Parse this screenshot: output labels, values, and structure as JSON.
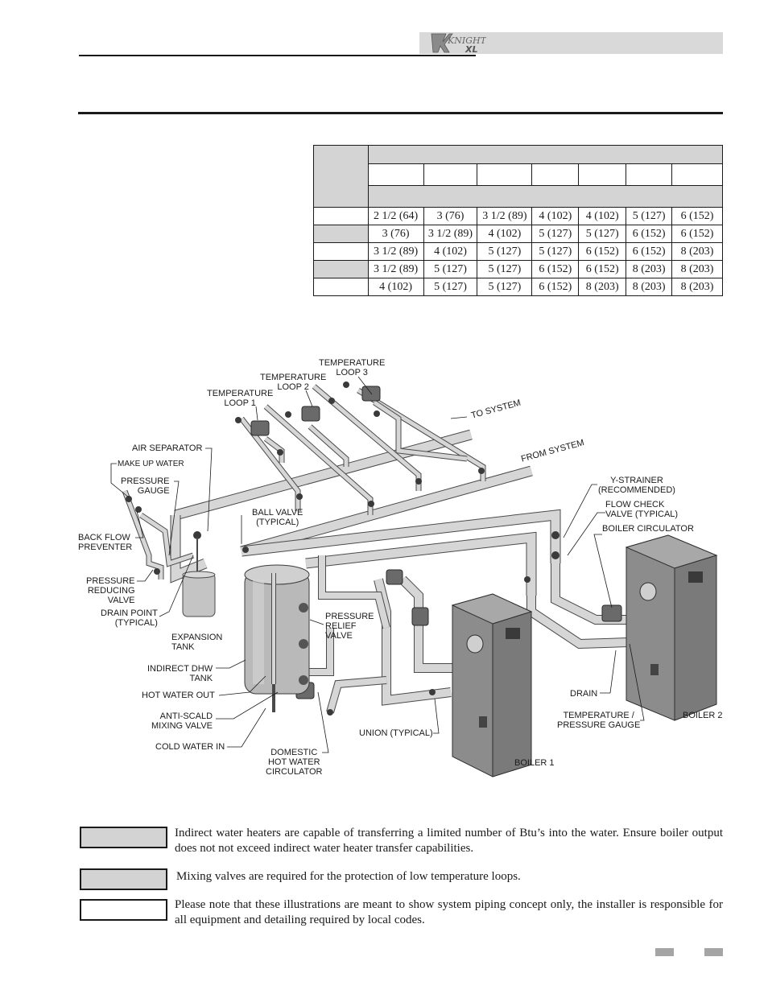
{
  "header": {
    "logo_text": "KNIGHT XL"
  },
  "table": {
    "rows": [
      [
        "2 1/2 (64)",
        "3 (76)",
        "3 1/2 (89)",
        "4 (102)",
        "4 (102)",
        "5 (127)",
        "6 (152)"
      ],
      [
        "3 (76)",
        "3 1/2 (89)",
        "4 (102)",
        "5 (127)",
        "5 (127)",
        "6 (152)",
        "6 (152)"
      ],
      [
        "3 1/2 (89)",
        "4 (102)",
        "5 (127)",
        "5 (127)",
        "6 (152)",
        "6 (152)",
        "8 (203)"
      ],
      [
        "3 1/2 (89)",
        "5 (127)",
        "5 (127)",
        "6 (152)",
        "6 (152)",
        "8 (203)",
        "8 (203)"
      ],
      [
        "4 (102)",
        "5 (127)",
        "5 (127)",
        "6 (152)",
        "8 (203)",
        "8 (203)",
        "8 (203)"
      ]
    ]
  },
  "diagram": {
    "labels": {
      "temp_loop3": "TEMPERATURE\nLOOP 3",
      "temp_loop2": "TEMPERATURE\nLOOP 2",
      "temp_loop1": "TEMPERATURE\nLOOP 1",
      "to_system": "TO SYSTEM",
      "from_system": "FROM SYSTEM",
      "air_separator": "AIR SEPARATOR",
      "make_up_water": "MAKE UP WATER",
      "pressure_gauge": "PRESSURE\nGAUGE",
      "back_flow": "BACK FLOW\nPREVENTER",
      "ball_valve": "BALL VALVE\n(TYPICAL)",
      "pressure_reducing": "PRESSURE\nREDUCING\nVALVE",
      "drain_point": "DRAIN POINT\n(TYPICAL)",
      "expansion_tank": "EXPANSION\nTANK",
      "indirect_dhw": "INDIRECT DHW\nTANK",
      "hot_water_out": "HOT WATER OUT",
      "anti_scald": "ANTI-SCALD\nMIXING VALVE",
      "cold_water_in": "COLD WATER IN",
      "domestic_circ": "DOMESTIC\nHOT WATER\nCIRCULATOR",
      "pressure_relief": "PRESSURE\nRELIEF\nVALVE",
      "union": "UNION (TYPICAL)",
      "boiler1": "BOILER 1",
      "y_strainer": "Y-STRAINER\n(RECOMMENDED)",
      "flow_check": "FLOW CHECK\nVALVE (TYPICAL)",
      "boiler_circ": "BOILER CIRCULATOR",
      "drain": "DRAIN",
      "temp_pressure": "TEMPERATURE /\nPRESSURE GAUGE",
      "boiler2": "BOILER 2"
    }
  },
  "notes": [
    {
      "text": "Indirect water heaters are capable of transferring a limited number of Btu’s into the water.  Ensure boiler output does not not exceed indirect water heater transfer capabilities.",
      "style": "shaded"
    },
    {
      "text": "Mixing valves are required for the protection of low temperature loops.",
      "style": "shaded"
    },
    {
      "text": "Please note that these illustrations are meant to show system piping concept only, the installer is responsible for all equipment and detailing required by local codes.",
      "style": "plain"
    }
  ],
  "colors": {
    "pipe": "#d2d2d2",
    "boiler": "#8a8a8a",
    "tank": "#bdbdbd",
    "header_bar": "#d9d9d9"
  }
}
